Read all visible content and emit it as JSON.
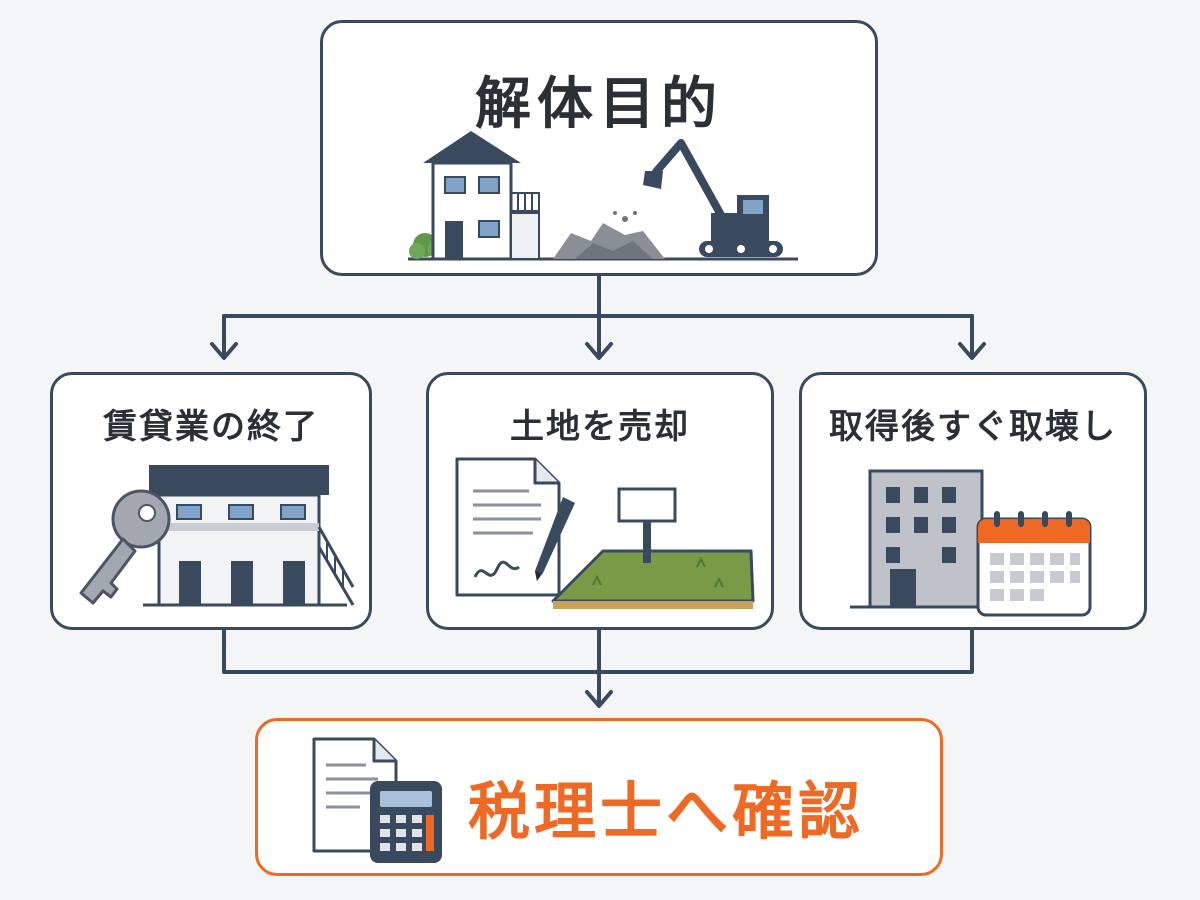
{
  "diagram": {
    "root": {
      "label": "解体目的",
      "icons": [
        "house-icon",
        "rubble-icon",
        "excavator-icon"
      ]
    },
    "branches": [
      {
        "label": "賃貸業の終了",
        "icons": [
          "key-icon",
          "apartment-icon"
        ]
      },
      {
        "label": "土地を売却",
        "icons": [
          "contract-icon",
          "pen-icon",
          "land-plot-icon"
        ]
      },
      {
        "label": "取得後すぐ取壊し",
        "icons": [
          "building-icon",
          "calendar-icon"
        ]
      }
    ],
    "result": {
      "label": "税理士へ確認",
      "icons": [
        "document-icon",
        "calculator-icon"
      ]
    },
    "colors": {
      "line": "#3a4a5e",
      "accent": "#ee6a24",
      "text": "#2b2f36",
      "background": "#f4f5f7"
    }
  }
}
